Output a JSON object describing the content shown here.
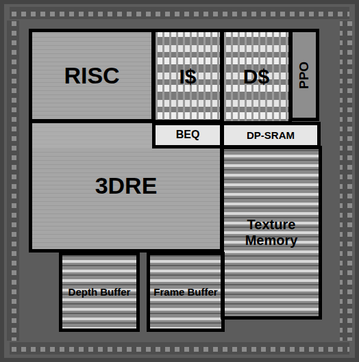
{
  "diagram": {
    "nodes": [
      {
        "text": [
          "RISC"
        ]
      },
      {
        "text": [
          "I$"
        ]
      },
      {
        "text": [
          "D$"
        ]
      },
      {
        "text": [
          "PPO"
        ]
      },
      {
        "text": [
          "BEQ"
        ]
      },
      {
        "text": [
          "DP-SRAM"
        ]
      },
      {
        "text": [
          "3DRE"
        ]
      },
      {
        "text": [
          "Texture Memory"
        ]
      },
      {
        "text": [
          "Depth Buffer"
        ]
      },
      {
        "text": [
          "Frame Buffer"
        ]
      }
    ]
  }
}
